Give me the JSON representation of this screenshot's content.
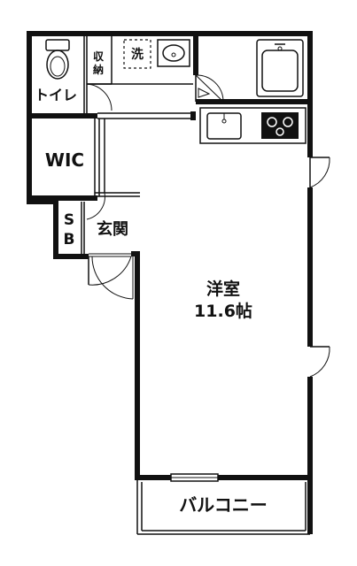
{
  "rooms": {
    "toilet": "トイレ",
    "storage": "収納",
    "washroom": "洗",
    "wic": "WIC",
    "shoebox_s": "S",
    "shoebox_b": "B",
    "entrance": "玄関",
    "western_room": "洋室",
    "western_room_size": "11.6帖",
    "balcony": "バルコニー"
  },
  "colors": {
    "wall": "#111111",
    "background": "#ffffff"
  },
  "icons": [
    "toilet-icon",
    "sink-icon",
    "bathtub-icon",
    "kitchen-sink-icon",
    "stove-icon",
    "door-swing-icon"
  ]
}
